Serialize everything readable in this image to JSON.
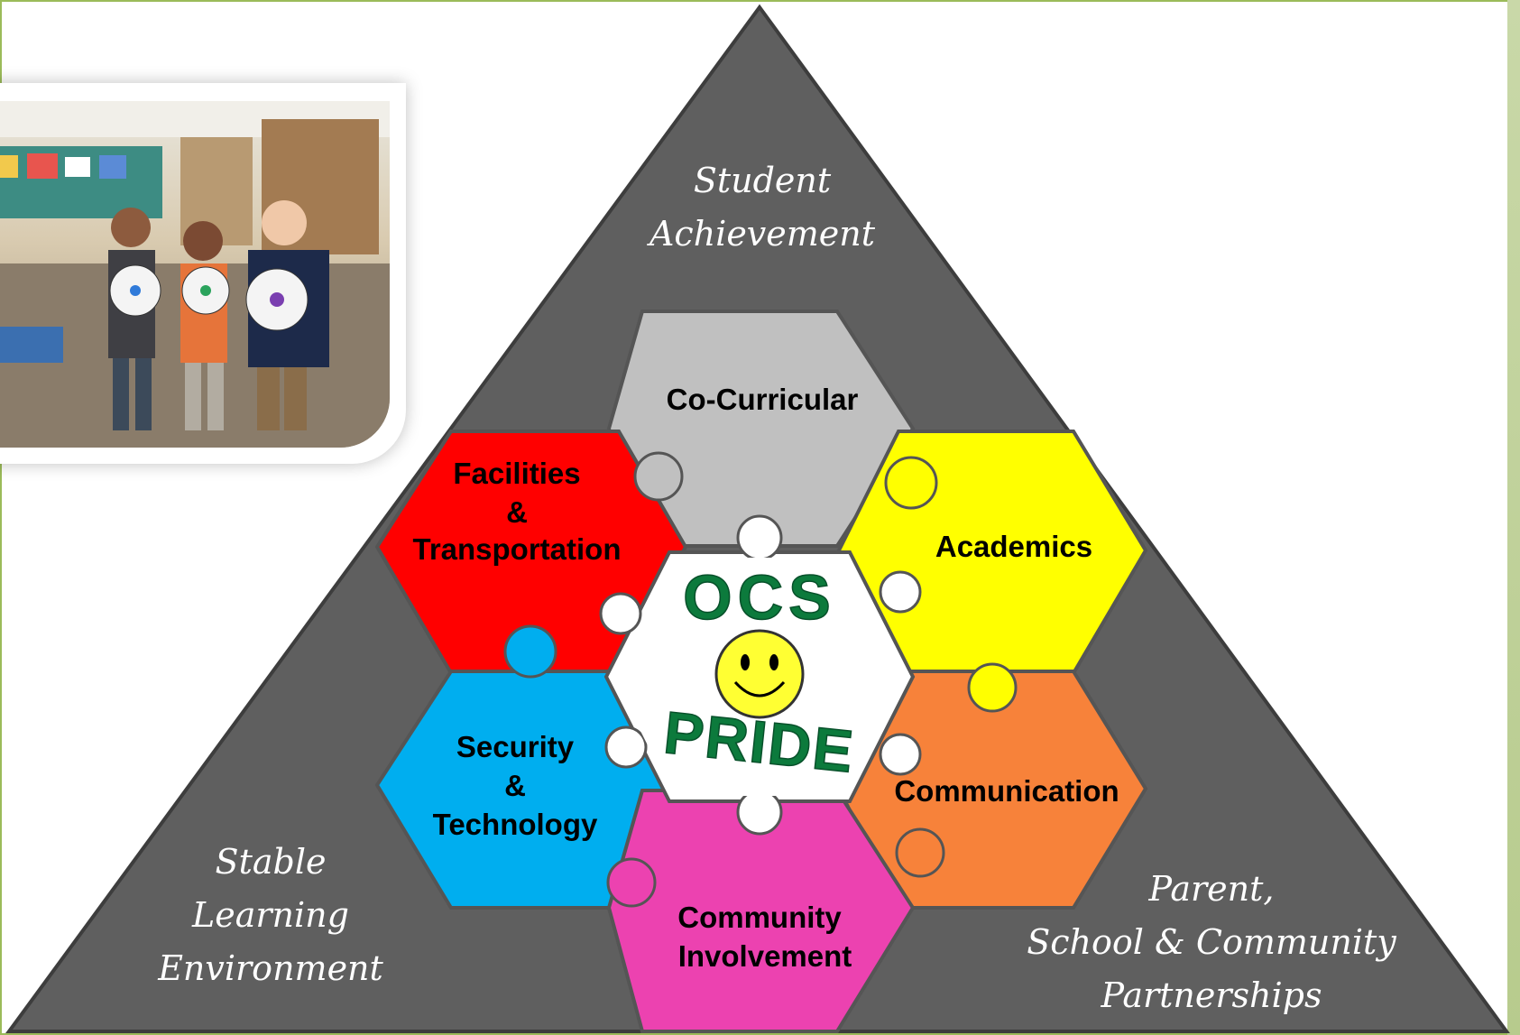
{
  "pillars": {
    "top": [
      "Student",
      "Achievement"
    ],
    "left": [
      "Stable",
      "Learning",
      "Environment"
    ],
    "right": [
      "Parent,",
      "School & Community",
      "Partnerships"
    ]
  },
  "segments": {
    "co_curricular": "Co-Curricular",
    "academics": "Academics",
    "communication": "Communication",
    "community": [
      "Community",
      "Involvement"
    ],
    "security": [
      "Security",
      "&",
      "Technology"
    ],
    "facilities": [
      "Facilities",
      "&",
      "Transportation"
    ]
  },
  "center": {
    "top": "OCS",
    "bottom": "PRIDE"
  },
  "colors": {
    "triangle": "#5f5f5f",
    "co_curricular": "#c0c0c0",
    "academics": "#ffff00",
    "communication": "#f7823a",
    "community": "#ec42b0",
    "security": "#00aeef",
    "facilities": "#ff0000",
    "center": "#ffffff",
    "logo_green": "#0c7a3c",
    "smiley": "#ffff33"
  }
}
